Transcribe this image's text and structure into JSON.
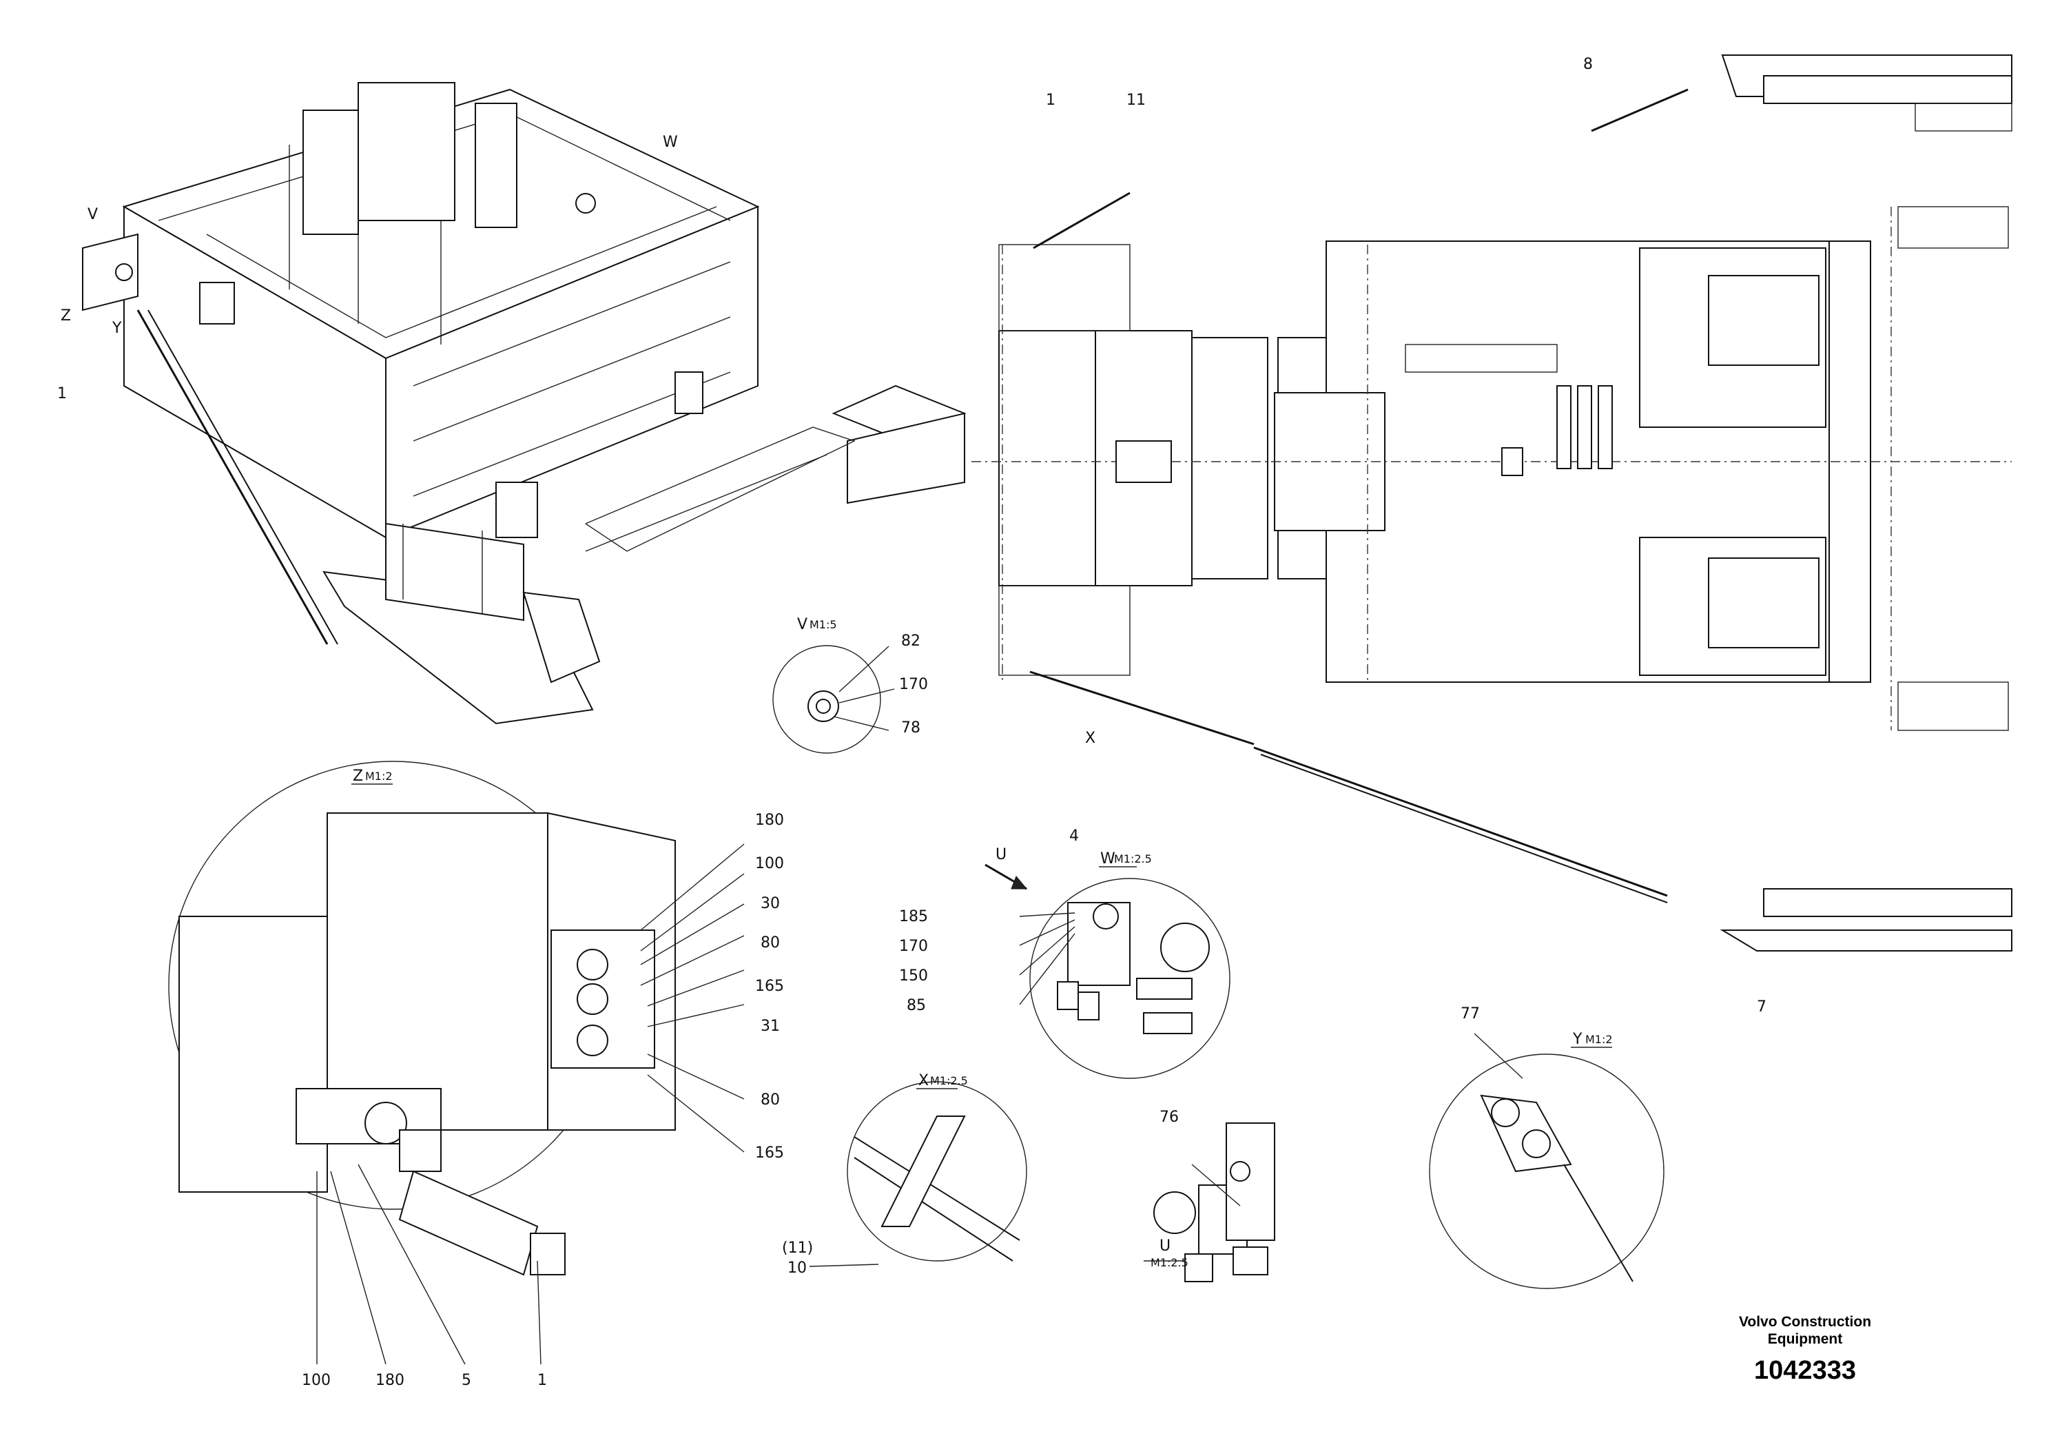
{
  "callouts": {
    "iso_V": "V",
    "iso_W": "W",
    "iso_Z": "Z",
    "iso_Y": "Y",
    "iso_1": "1",
    "top_1": "1",
    "top_11": "11",
    "top_8": "8",
    "top_7": "7",
    "top_X": "X",
    "dv_82": "82",
    "dv_170": "170",
    "dv_78": "78",
    "dz_180a": "180",
    "dz_100a": "100",
    "dz_30": "30",
    "dz_80a": "80",
    "dz_165a": "165",
    "dz_31": "31",
    "dz_80b": "80",
    "dz_165b": "165",
    "dz_100b": "100",
    "dz_180b": "180",
    "dz_5": "5",
    "dz_1": "1",
    "dw_U": "U",
    "dw_4": "4",
    "dw_185": "185",
    "dw_170": "170",
    "dw_150": "150",
    "dw_85": "85",
    "dx_11": "(11)",
    "dx_10": "10",
    "du_76": "76",
    "dy_77": "77"
  },
  "detail_labels": {
    "V": "V",
    "V_scale": "M1:5",
    "Z": "Z",
    "Z_scale": "M1:2",
    "W": "W",
    "W_scale": "M1:2.5",
    "X": "X",
    "X_scale": "M1:2.5",
    "U": "U",
    "U_scale": "M1:2.5",
    "Y": "Y",
    "Y_scale": "M1:2"
  },
  "footer": {
    "company": "Volvo Construction Equipment",
    "document_number": "1042333"
  }
}
